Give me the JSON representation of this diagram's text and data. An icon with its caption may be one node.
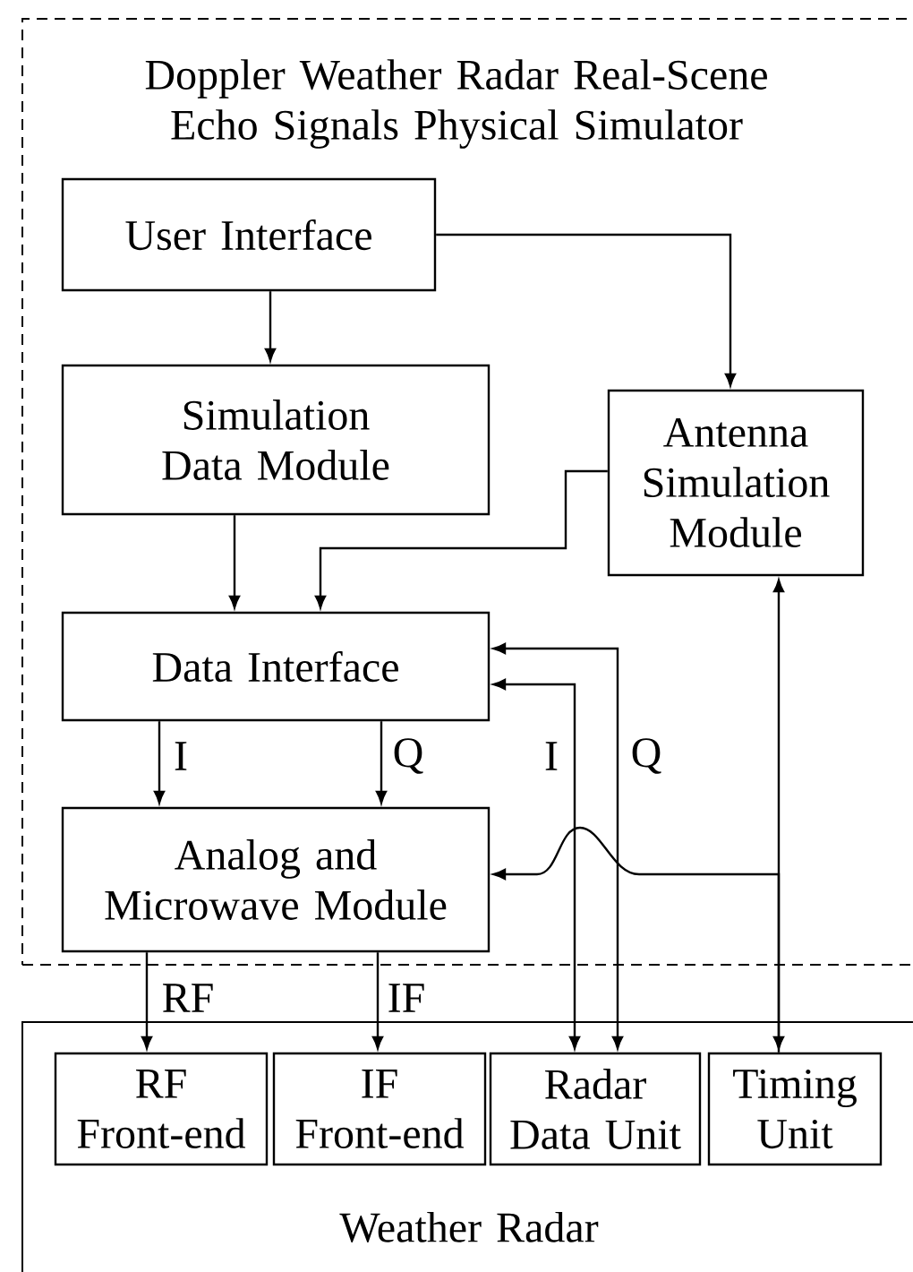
{
  "diagram": {
    "nodes": [
      {
        "text": [
          "Doppler Weather Radar Real-Scene Echo Signals Physical Simulator"
        ]
      },
      {
        "text": [
          "User Interface"
        ],
        "in": 0
      },
      {
        "text": [
          "Simulation Data Module"
        ],
        "in": 0
      },
      {
        "text": [
          "Antenna Simulation Module"
        ],
        "in": 0
      },
      {
        "text": [
          "Data Interface"
        ],
        "in": 0
      },
      {
        "text": [
          "Analog and Microwave Module"
        ],
        "in": 0
      },
      {
        "text": [
          "Weather Radar"
        ]
      },
      {
        "text": [
          "RF Front-end"
        ],
        "in": 6
      },
      {
        "text": [
          "IF Front-end"
        ],
        "in": 6
      },
      {
        "text": [
          "Radar Data Unit"
        ],
        "in": 6
      },
      {
        "text": [
          "Timing Unit"
        ],
        "in": 6
      }
    ],
    "edges": [
      {
        "from": 1,
        "to": 2,
        "arrow": "to"
      },
      {
        "from": 1,
        "to": 3,
        "arrow": "to"
      },
      {
        "from": 2,
        "to": 4,
        "arrow": "to"
      },
      {
        "from": 3,
        "to": 4,
        "arrow": "to"
      },
      {
        "from": 4,
        "to": 5,
        "arrow": "to",
        "label": "I"
      },
      {
        "from": 4,
        "to": 5,
        "arrow": "to",
        "label": "Q"
      },
      {
        "from": 9,
        "to": 4,
        "arrow": "both",
        "label": "I"
      },
      {
        "from": 9,
        "to": 4,
        "arrow": "both",
        "label": "Q"
      },
      {
        "from": 3,
        "to": 10,
        "arrow": "both"
      },
      {
        "from": 10,
        "to": 5,
        "arrow": "to"
      },
      {
        "from": 5,
        "to": 7,
        "arrow": "to",
        "label": "RF"
      },
      {
        "from": 5,
        "to": 8,
        "arrow": "to",
        "label": "IF"
      }
    ]
  }
}
